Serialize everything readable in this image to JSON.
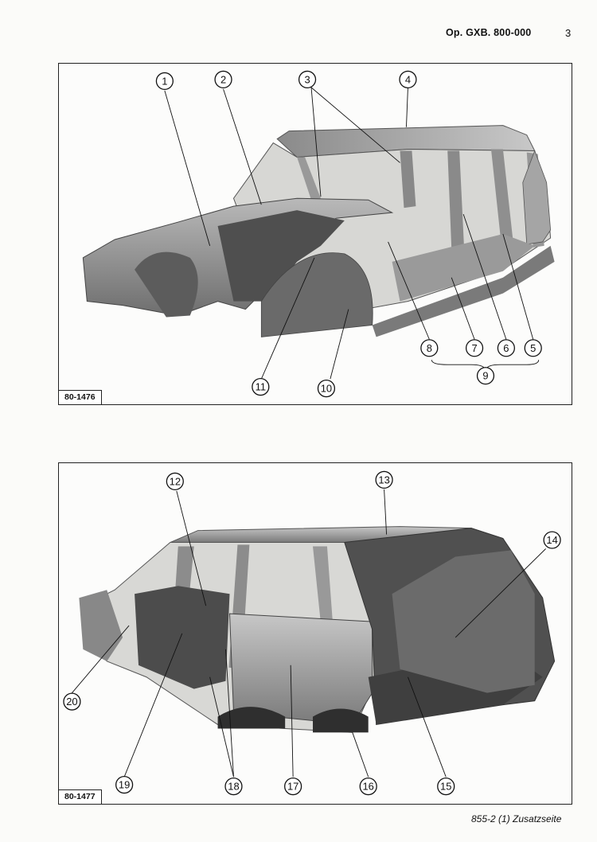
{
  "header": {
    "operation": "Op. GXB. 800-000",
    "page_number": "3"
  },
  "figures": [
    {
      "id": "80-1476",
      "callouts": [
        "1",
        "2",
        "3",
        "4",
        "5",
        "6",
        "7",
        "8",
        "9",
        "10",
        "11"
      ]
    },
    {
      "id": "80-1477",
      "callouts": [
        "12",
        "13",
        "14",
        "15",
        "16",
        "17",
        "18",
        "19",
        "20"
      ]
    }
  ],
  "footer": "855-2 (1) Zusatzseite"
}
